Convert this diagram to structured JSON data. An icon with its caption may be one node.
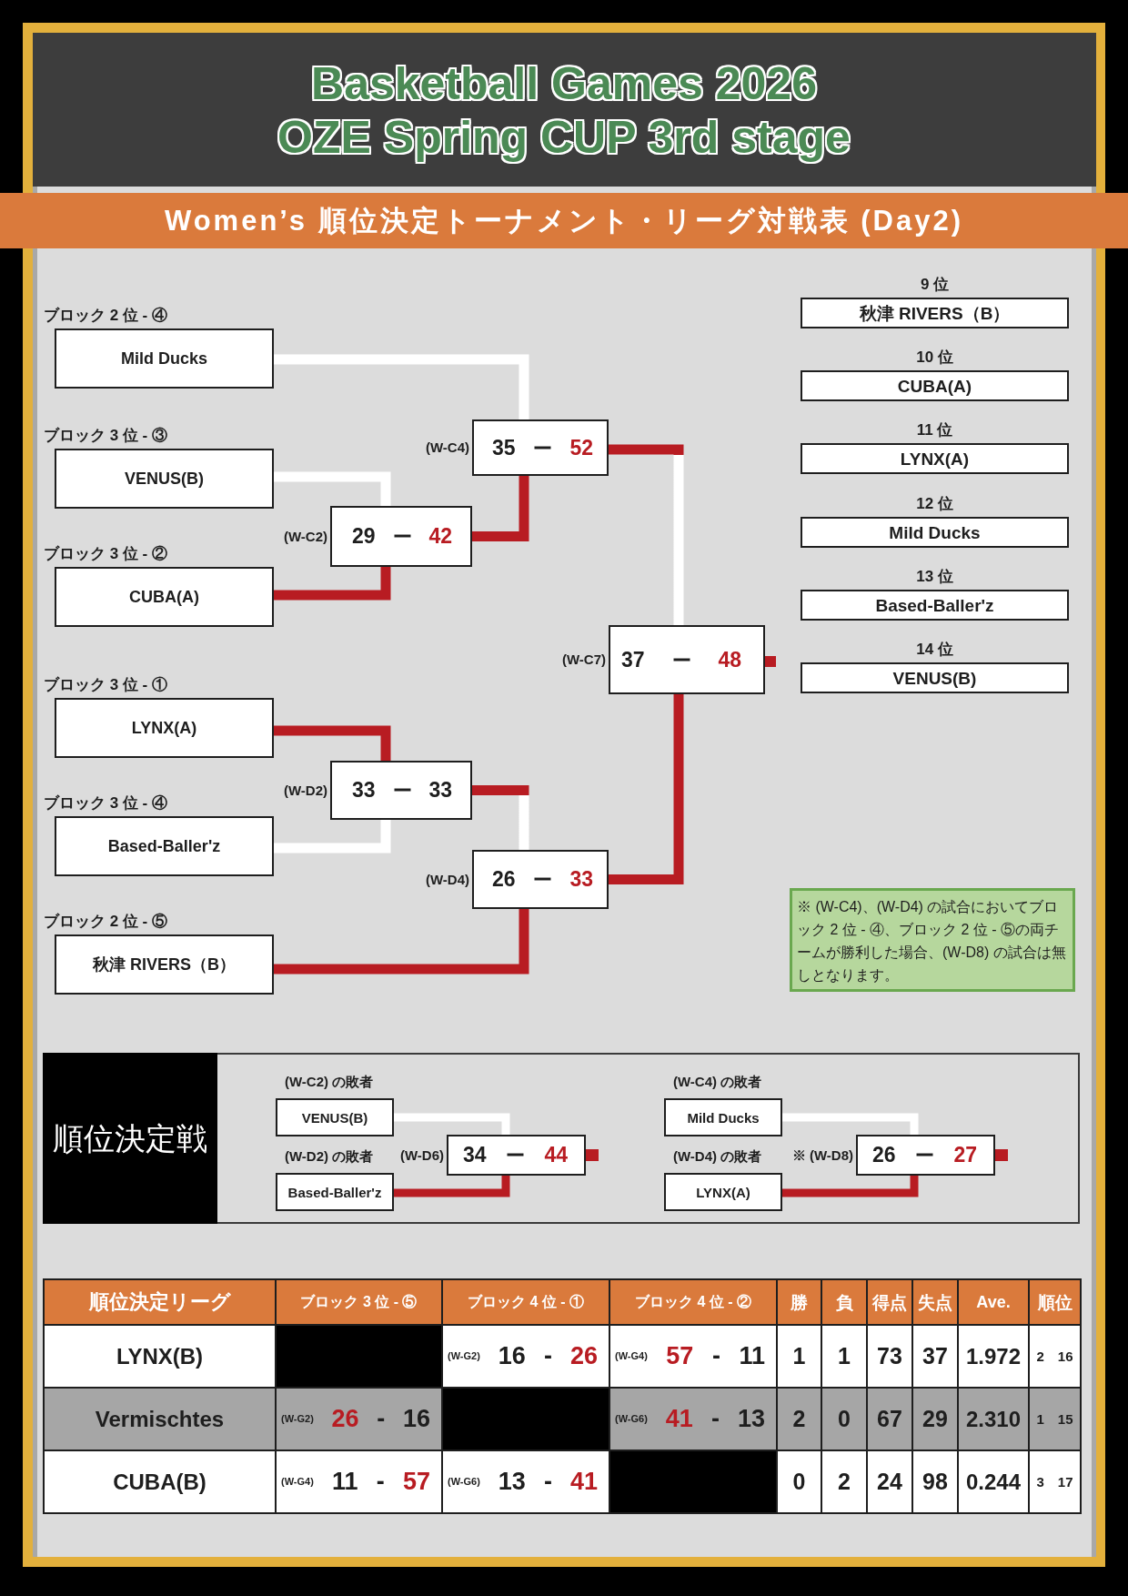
{
  "diagram": {
    "title": "Basketball Games 2026 OZE Spring CUP 3rd stage",
    "nodes": [
      {
        "text": [
          "Women’s 順位決定トーナメント・リーグ対戦表 (Day2)"
        ]
      },
      {
        "text": [
          "ブロック 2 位 - ④",
          "Mild Ducks"
        ]
      },
      {
        "text": [
          "ブロック 3 位 - ③",
          "VENUS(B)"
        ]
      },
      {
        "text": [
          "ブロック 3 位 - ②",
          "CUBA(A)"
        ]
      },
      {
        "text": [
          "ブロック 3 位 - ①",
          "LYNX(A)"
        ]
      },
      {
        "text": [
          "ブロック 3 位 - ④",
          "Based-Baller'z"
        ]
      },
      {
        "text": [
          "ブロック 2 位 - ⑤",
          "秋津 RIVERS（B）"
        ]
      },
      {
        "text": [
          "29",
          "ー",
          "42"
        ],
        "beside": [
          "(W-C2)"
        ]
      },
      {
        "text": [
          "35",
          "ー",
          "52"
        ],
        "beside": [
          "(W-C4)"
        ]
      },
      {
        "text": [
          "33",
          "ー",
          "33"
        ],
        "beside": [
          "(W-D2)"
        ]
      },
      {
        "text": [
          "26",
          "ー",
          "33"
        ],
        "beside": [
          "(W-D4)"
        ]
      },
      {
        "text": [
          "37",
          "ー",
          "48"
        ],
        "beside": [
          "(W-C7)"
        ]
      },
      {
        "text": [
          "9 位",
          "秋津 RIVERS（B）"
        ]
      },
      {
        "text": [
          "10 位",
          "CUBA(A)"
        ]
      },
      {
        "text": [
          "11 位",
          "LYNX(A)"
        ]
      },
      {
        "text": [
          "12 位",
          "Mild Ducks"
        ]
      },
      {
        "text": [
          "13 位",
          "Based-Baller'z"
        ]
      },
      {
        "text": [
          "14 位",
          "VENUS(B)"
        ]
      },
      {
        "text": [
          "※ (W-C4)、(W-D4) の試合においてブロック 2 位 - ④、ブロック 2 位 - ⑤の両チームが勝利した場合、(W-D8) の試合は無しとなります。"
        ]
      },
      {
        "text": [
          "順位決定戦"
        ]
      },
      {
        "text": [
          "(W-C2) の敗者",
          "VENUS(B)"
        ],
        "in": 19
      },
      {
        "text": [
          "(W-D2) の敗者",
          "Based-Baller'z"
        ],
        "in": 19
      },
      {
        "text": [
          "34",
          "ー",
          "44"
        ],
        "beside": [
          "(W-D6)"
        ],
        "in": 19
      },
      {
        "text": [
          "(W-C4) の敗者",
          "Mild Ducks"
        ],
        "in": 19
      },
      {
        "text": [
          "(W-D4) の敗者",
          "LYNX(A)"
        ],
        "in": 19
      },
      {
        "text": [
          "26",
          "ー",
          "27"
        ],
        "beside": [
          "※ (W-D8)"
        ],
        "in": 19
      }
    ],
    "edges": [
      {
        "from": 1,
        "to": 8,
        "arrow": "none",
        "color": "#ffffff"
      },
      {
        "from": 2,
        "to": 7,
        "arrow": "none",
        "color": "#ffffff"
      },
      {
        "from": 3,
        "to": 7,
        "arrow": "none",
        "color": "#b81c22"
      },
      {
        "from": 7,
        "to": 8,
        "arrow": "none",
        "color": "#b81c22"
      },
      {
        "from": 8,
        "to": 11,
        "arrow": "none",
        "color": "#ffffff"
      },
      {
        "from": 4,
        "to": 9,
        "arrow": "none",
        "color": "#b81c22"
      },
      {
        "from": 5,
        "to": 9,
        "arrow": "none",
        "color": "#ffffff"
      },
      {
        "from": 9,
        "to": 10,
        "arrow": "none",
        "color": "#ffffff"
      },
      {
        "from": 6,
        "to": 10,
        "arrow": "none",
        "color": "#b81c22"
      },
      {
        "from": 10,
        "to": 11,
        "arrow": "none",
        "color": "#b81c22"
      },
      {
        "from": 20,
        "to": 22,
        "arrow": "none",
        "color": "#ffffff"
      },
      {
        "from": 21,
        "to": 22,
        "arrow": "none",
        "color": "#b81c22"
      },
      {
        "from": 23,
        "to": 25,
        "arrow": "none",
        "color": "#ffffff"
      },
      {
        "from": 24,
        "to": 25,
        "arrow": "none",
        "color": "#b81c22"
      }
    ],
    "labels": [
      "順位決定リーグ",
      "ブロック 3 位 - ⑤",
      "ブロック 4 位 - ①",
      "ブロック 4 位 - ②",
      "勝",
      "負",
      "得点",
      "失点",
      "Ave.",
      "順位",
      "LYNX(B)",
      "(W-G2)",
      "16",
      "-",
      "26",
      "(W-G4)",
      "57",
      "-",
      "11",
      "1",
      "1",
      "73",
      "37",
      "1.972",
      "2",
      "16",
      "Vermischtes",
      "(W-G2)",
      "26",
      "-",
      "16",
      "(W-G6)",
      "41",
      "-",
      "13",
      "2",
      "0",
      "67",
      "29",
      "2.310",
      "1",
      "15",
      "CUBA(B)",
      "(W-G4)",
      "11",
      "-",
      "57",
      "(W-G6)",
      "13",
      "-",
      "41",
      "0",
      "2",
      "24",
      "98",
      "0.244",
      "3",
      "17"
    ]
  }
}
